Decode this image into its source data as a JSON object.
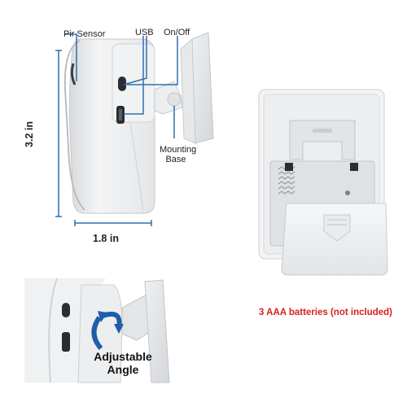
{
  "labels": {
    "pir_sensor": "Pir Sensor",
    "usb": "USB",
    "on_off": "On/Off",
    "mounting_base_line1": "Mounting",
    "mounting_base_line2": "Base",
    "battery_note": "3 AAA batteries (not included)",
    "adjustable_line1": "Adjustable",
    "adjustable_line2": "Angle"
  },
  "dimensions": {
    "height": "3.2 in",
    "width": "1.8 in"
  },
  "colors": {
    "callout_blue": "#2f6fb0",
    "note_red": "#d62020",
    "arrow_blue": "#1f5ea8"
  }
}
